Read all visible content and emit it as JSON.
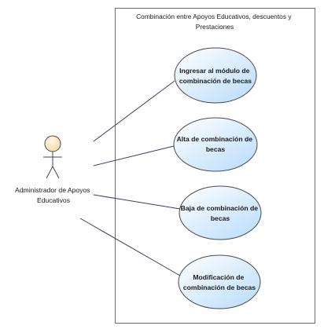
{
  "system": {
    "title_lines": [
      "Combinación entre Apoyos Educativos, descuentos y",
      "Prestaciones"
    ]
  },
  "actor": {
    "label_lines": [
      "Administrador de Apoyos",
      "Educativos"
    ]
  },
  "use_cases": [
    {
      "lines": [
        "Ingresar al módulo de",
        "combinación de becas"
      ]
    },
    {
      "lines": [
        "Alta de combinación de",
        "becas"
      ]
    },
    {
      "lines": [
        "Baja de combinación de",
        "becas"
      ]
    },
    {
      "lines": [
        "Modificación de",
        "combinación de becas"
      ]
    }
  ],
  "colors": {
    "system_border": "#6b6b6b",
    "ellipse_fill_light": "#ffffff",
    "ellipse_fill_dark": "#b8dcfb",
    "ellipse_stroke": "#4a4a4a",
    "association_line": "#3c3c6e",
    "actor_head_fill": "#fbe6c2",
    "actor_stroke": "#4a4a4a"
  }
}
